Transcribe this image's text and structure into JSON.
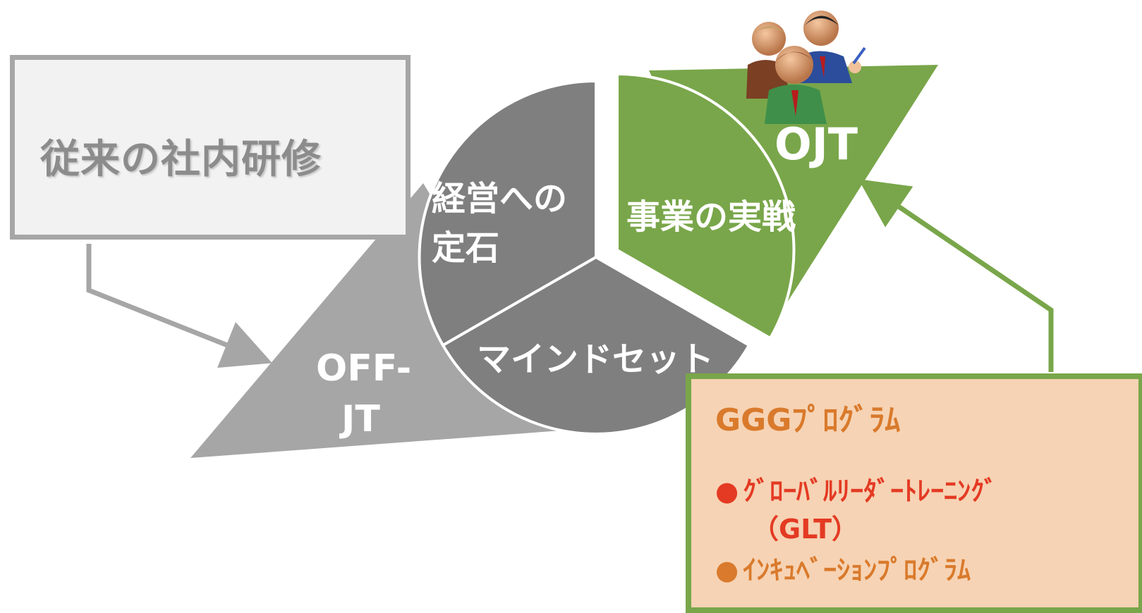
{
  "legacy": {
    "label": "従来の社内研修"
  },
  "cycle": {
    "segments": [
      {
        "id": "management",
        "lines": [
          "経営への",
          "定石"
        ]
      },
      {
        "id": "business",
        "label": "事業の実戦"
      },
      {
        "id": "mindset",
        "label": "マインドセット"
      }
    ]
  },
  "off_jt": {
    "lines": [
      "OFF-",
      "JT"
    ]
  },
  "ojt": {
    "label": "OJT"
  },
  "program": {
    "title": "GGGﾌﾟﾛｸﾞﾗﾑ",
    "items": [
      {
        "bullet": "●",
        "lines": [
          "ｸﾞﾛｰﾊﾞﾙﾘｰﾀﾞｰﾄﾚｰﾆﾝｸﾞ",
          "（GLT）"
        ],
        "color": "#e43a23"
      },
      {
        "bullet": "●",
        "lines": [
          "ｲﾝｷｭﾍﾞｰｼｮﾝﾌﾟﾛｸﾞﾗﾑ"
        ],
        "color": "#d97a2c"
      }
    ]
  },
  "colors": {
    "gray_light": "#a6a6a6",
    "gray_dark": "#7f7f7f",
    "green": "#79a64a",
    "peach": "#f6d3b4",
    "orange": "#d97a2c",
    "red": "#e43a23"
  },
  "icons": [
    "business-people-icon"
  ]
}
